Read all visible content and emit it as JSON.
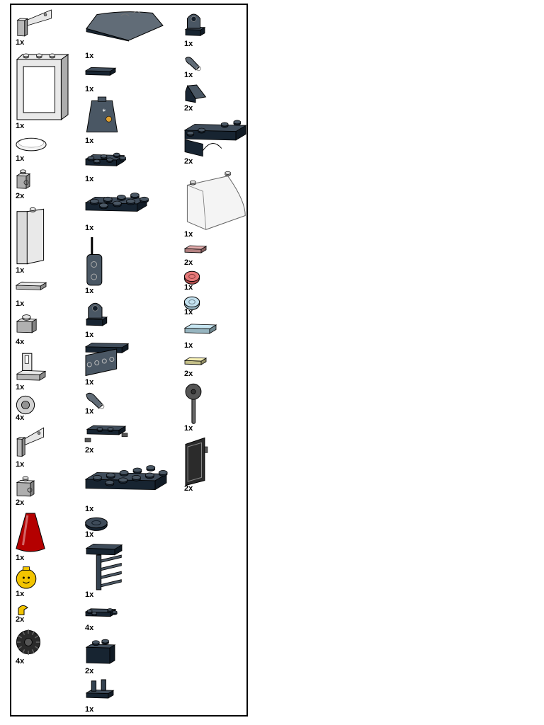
{
  "parts": [
    {
      "id": "door-frame-left",
      "qty": "1x",
      "icon": "door-frame-icon",
      "color": "#e6e6e6"
    },
    {
      "id": "window-frame",
      "qty": "1x",
      "icon": "window-frame-icon",
      "color": "#e6e6e6"
    },
    {
      "id": "cap",
      "qty": "1x",
      "icon": "cap-icon",
      "color": "#f2f2f2"
    },
    {
      "id": "brick-clip-small",
      "qty": "2x",
      "icon": "brick-clip-icon",
      "color": "#d9d9d9"
    },
    {
      "id": "support-pillar",
      "qty": "1x",
      "icon": "pillar-icon",
      "color": "#e6e6e6"
    },
    {
      "id": "tile-1x2",
      "qty": "1x",
      "icon": "tile-icon",
      "color": "#e6e6e6"
    },
    {
      "id": "brick-1x1",
      "qty": "4x",
      "icon": "brick-1x1-icon",
      "color": "#dcdcdc"
    },
    {
      "id": "hinge-plate",
      "qty": "1x",
      "icon": "hinge-icon",
      "color": "#e6e6e6"
    },
    {
      "id": "round-plate",
      "qty": "4x",
      "icon": "round-plate-icon",
      "color": "#d0d0d0"
    },
    {
      "id": "door-frame-right",
      "qty": "1x",
      "icon": "door-frame-icon",
      "color": "#e6e6e6"
    },
    {
      "id": "brick-clip-side",
      "qty": "2x",
      "icon": "brick-clip-icon",
      "color": "#d9d9d9"
    },
    {
      "id": "cone-red",
      "qty": "1x",
      "icon": "cone-icon",
      "color": "#b40000"
    },
    {
      "id": "minifig-head",
      "qty": "1x",
      "icon": "minifig-head-icon",
      "color": "#f2c400"
    },
    {
      "id": "minifig-hand",
      "qty": "2x",
      "icon": "minifig-hand-icon",
      "color": "#f2c400"
    },
    {
      "id": "tire",
      "qty": "4x",
      "icon": "tire-icon",
      "color": "#2a2a2a"
    },
    {
      "id": "curved-slope",
      "qty": "1x",
      "icon": "curved-slope-icon",
      "color": "#1d2d3d"
    },
    {
      "id": "tile-black-small",
      "qty": "1x",
      "icon": "tile-icon",
      "color": "#1d2d3d"
    },
    {
      "id": "minifig-torso",
      "qty": "1x",
      "icon": "minifig-torso-icon",
      "color": "#1d2d3d"
    },
    {
      "id": "plate-2x2",
      "qty": "1x",
      "icon": "plate-icon",
      "color": "#1d2d3d"
    },
    {
      "id": "plate-2x4",
      "qty": "1x",
      "icon": "plate-icon",
      "color": "#1d2d3d"
    },
    {
      "id": "walkie-talkie",
      "qty": "1x",
      "icon": "radio-icon",
      "color": "#1d2d3d"
    },
    {
      "id": "steering-stand",
      "qty": "1x",
      "icon": "stand-icon",
      "color": "#1d2d3d"
    },
    {
      "id": "bracket-plate",
      "qty": "1x",
      "icon": "bracket-icon",
      "color": "#1d2d3d"
    },
    {
      "id": "minifig-arm-black",
      "qty": "1x",
      "icon": "minifig-arm-icon",
      "color": "#1d2d3d"
    },
    {
      "id": "wheel-holder-plate",
      "qty": "2x",
      "icon": "wheel-holder-icon",
      "color": "#1d2d3d"
    },
    {
      "id": "plate-2x6",
      "qty": "1x",
      "icon": "plate-icon",
      "color": "#1d2d3d"
    },
    {
      "id": "round-tile-black",
      "qty": "1x",
      "icon": "round-tile-icon",
      "color": "#1d2d3d"
    },
    {
      "id": "ladder-plate",
      "qty": "1x",
      "icon": "ladder-icon",
      "color": "#1d2d3d"
    },
    {
      "id": "plate-1x2-black",
      "qty": "4x",
      "icon": "plate-icon",
      "color": "#1d2d3d"
    },
    {
      "id": "brick-1x2-black",
      "qty": "2x",
      "icon": "brick-icon",
      "color": "#1d2d3d"
    },
    {
      "id": "clip-plate",
      "qty": "1x",
      "icon": "clip-plate-icon",
      "color": "#1d2d3d"
    },
    {
      "id": "stand-small",
      "qty": "1x",
      "icon": "stand-icon",
      "color": "#1d2d3d"
    },
    {
      "id": "minifig-arm-small",
      "qty": "1x",
      "icon": "minifig-arm-icon",
      "color": "#1d2d3d"
    },
    {
      "id": "slope-small",
      "qty": "2x",
      "icon": "slope-icon",
      "color": "#1d2d3d"
    },
    {
      "id": "mudguard-plate",
      "qty": "2x",
      "icon": "mudguard-icon",
      "color": "#1d2d3d"
    },
    {
      "id": "windscreen",
      "qty": "1x",
      "icon": "windscreen-icon",
      "color": "#f4f4f4"
    },
    {
      "id": "trans-red-tile",
      "qty": "2x",
      "icon": "tile-icon",
      "color": "#e0a0a0"
    },
    {
      "id": "trans-red-round",
      "qty": "1x",
      "icon": "round-tile-icon",
      "color": "#e06060"
    },
    {
      "id": "trans-blue-round",
      "qty": "1x",
      "icon": "round-tile-icon",
      "color": "#b8dcec"
    },
    {
      "id": "trans-blue-tile",
      "qty": "1x",
      "icon": "tile-icon",
      "color": "#bde2f0"
    },
    {
      "id": "trans-yellow-tile",
      "qty": "2x",
      "icon": "tile-icon",
      "color": "#f5efaa"
    },
    {
      "id": "lollipop",
      "qty": "1x",
      "icon": "lollipop-icon",
      "color": "#555555"
    },
    {
      "id": "door",
      "qty": "2x",
      "icon": "door-icon",
      "color": "#2b2b2b"
    }
  ]
}
